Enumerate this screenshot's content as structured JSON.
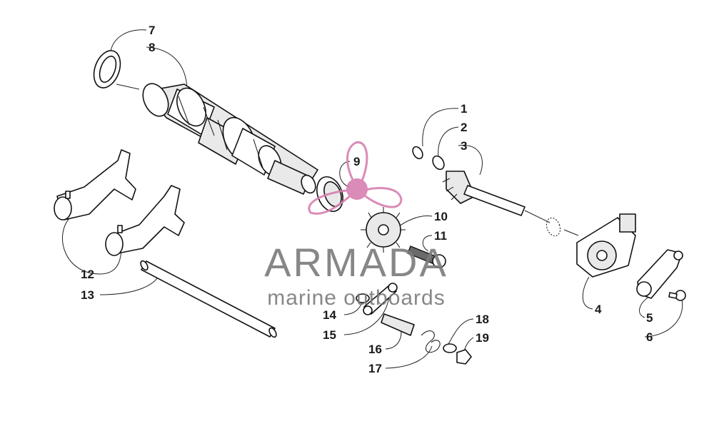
{
  "brand": {
    "name": "ARMADA",
    "tagline": "marine outboards",
    "accent_color": "#d77fb0",
    "text_color": "#7b7b7b"
  },
  "callouts": [
    "1",
    "2",
    "3",
    "4",
    "5",
    "6",
    "7",
    "8",
    "9",
    "10",
    "11",
    "12",
    "13",
    "14",
    "15",
    "16",
    "17",
    "18",
    "19"
  ]
}
